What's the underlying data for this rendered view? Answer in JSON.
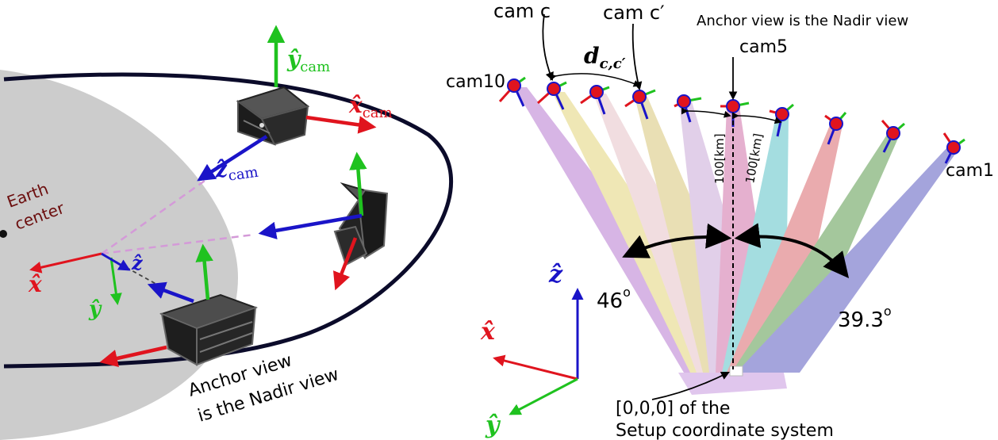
{
  "left": {
    "earth_label_line1": "Earth",
    "earth_label_line2": "center",
    "y_cam": "ŷ",
    "y_cam_sub": "cam",
    "x_cam": "x̂",
    "x_cam_sub": "cam",
    "z_cam": "ẑ",
    "z_cam_sub": "cam",
    "x_hat": "x̂",
    "y_hat": "ŷ",
    "z_hat": "ẑ",
    "anchor_line1": "Anchor view",
    "anchor_line2": "is the Nadir view"
  },
  "right": {
    "cam_c": "cam c",
    "cam_c_prime": "cam c′",
    "d_cc": "d",
    "d_cc_sub": "c,c′",
    "anchor_text": "Anchor view is the Nadir view",
    "cam5": "cam5",
    "cam10": "cam10",
    "cam1": "cam1",
    "dist_a": "100[km]",
    "dist_b": "100[km]",
    "angle_left": "46",
    "angle_right": "39.3",
    "degree": "o",
    "z_hat": "ẑ",
    "x_hat": "x̂",
    "y_hat": "ŷ",
    "origin_line1": "[0,0,0] of the",
    "origin_line2": "Setup coordinate system"
  },
  "colors": {
    "red": "#e0141e",
    "green": "#1fc21f",
    "blue": "#1a14c8",
    "earth": "#cccccc",
    "orbit": "#0b0b2a",
    "cone_purple": "#b87ad0",
    "cone_yellow": "#e3d57a",
    "cone_teal": "#5ac3c8",
    "cone_red": "#d9686c",
    "cone_green": "#5a9a4c",
    "cone_blue": "#5a5ac0"
  }
}
